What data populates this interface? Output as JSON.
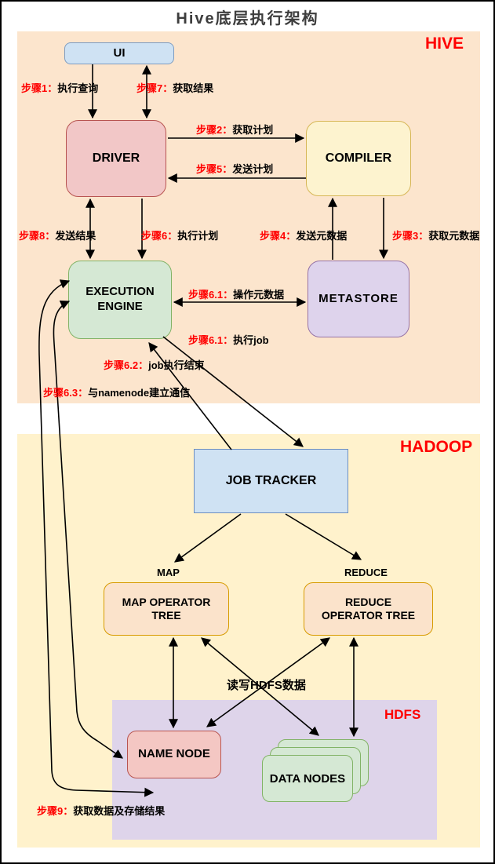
{
  "title": "Hive底层执行架构",
  "regions": {
    "hive": "HIVE",
    "hadoop": "HADOOP",
    "hdfs": "HDFS"
  },
  "nodes": {
    "ui": "UI",
    "driver": "DRIVER",
    "compiler": "COMPILER",
    "execution_engine": "EXECUTION ENGINE",
    "metastore": "METASTORE",
    "job_tracker": "JOB TRACKER",
    "map": "MAP",
    "reduce": "REDUCE",
    "map_operator_tree": "MAP OPERATOR TREE",
    "reduce_operator_tree": "REDUCE OPERATOR TREE",
    "name_node": "NAME NODE",
    "data_nodes": "DATA NODES"
  },
  "steps": {
    "s1": {
      "prefix": "步骤1：",
      "text": "执行查询"
    },
    "s2": {
      "prefix": "步骤2：",
      "text": "获取计划"
    },
    "s3": {
      "prefix": "步骤3：",
      "text": "获取元数据"
    },
    "s4": {
      "prefix": "步骤4：",
      "text": "发送元数据"
    },
    "s5": {
      "prefix": "步骤5：",
      "text": "发送计划"
    },
    "s6": {
      "prefix": "步骤6：",
      "text": "执行计划"
    },
    "s7": {
      "prefix": "步骤7：",
      "text": "获取结果"
    },
    "s8": {
      "prefix": "步骤8：",
      "text": "发送结果"
    },
    "s61a": {
      "prefix": "步骤6.1：",
      "text": "操作元数据"
    },
    "s61b": {
      "prefix": "步骤6.1：",
      "text": "执行job"
    },
    "s62": {
      "prefix": "步骤6.2：",
      "text": "job执行结束"
    },
    "s63": {
      "prefix": "步骤6.3：",
      "text": "与namenode建立通信"
    },
    "s9": {
      "prefix": "步骤9：",
      "text": "获取数据及存储结果"
    }
  },
  "annotations": {
    "hdfs_rw": "读写HDFS数据"
  },
  "colors": {
    "step_accent": "#ff0000",
    "region_label": "#ff0000",
    "hive_bg": "#fce5cd",
    "hadoop_bg": "#fff2cc",
    "hdfs_bg": "#ded4ea",
    "blue_node": "#cfe2f3",
    "pink_node": "#f2c7c7",
    "yellow_node": "#fdf3cf",
    "green_node": "#d5e8d4",
    "purple_node": "#ded3ec",
    "orange_node": "#fbe3cb",
    "arrow": "#000000",
    "title_text": "#3d3d3d"
  }
}
